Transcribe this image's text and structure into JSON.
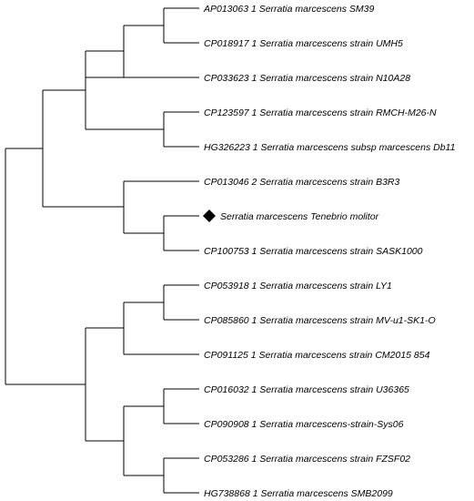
{
  "tree": {
    "leaves": [
      "AP013063 1 Serratia marcescens SM39",
      "CP018917 1 Serratia marcescens strain UMH5",
      "CP033623 1 Serratia marcescens strain N10A28",
      "CP123597 1 Serratia marcescens strain RMCH-M26-N",
      "HG326223 1 Serratia marcescens subsp marcescens Db11",
      "CP013046 2 Serratia marcescens strain B3R3",
      "Serratia marcescens Tenebrio molitor",
      "CP100753 1 Serratia marcescens strain SASK1000",
      "CP053918 1 Serratia marcescens strain LY1",
      "CP085860 1 Serratia marcescens strain MV-u1-SK1-O",
      "CP091125 1 Serratia marcescens strain CM2015 854",
      "CP016032 1 Serratia marcescens strain U36365",
      "CP090908 1 Serratia marcescens-strain-Sys06",
      "CP053286 1 Serratia marcescens strain FZSF02",
      "HG738868 1 Serratia marcescens SMB2099"
    ],
    "highlighted_leaf_marker": "black-diamond"
  }
}
